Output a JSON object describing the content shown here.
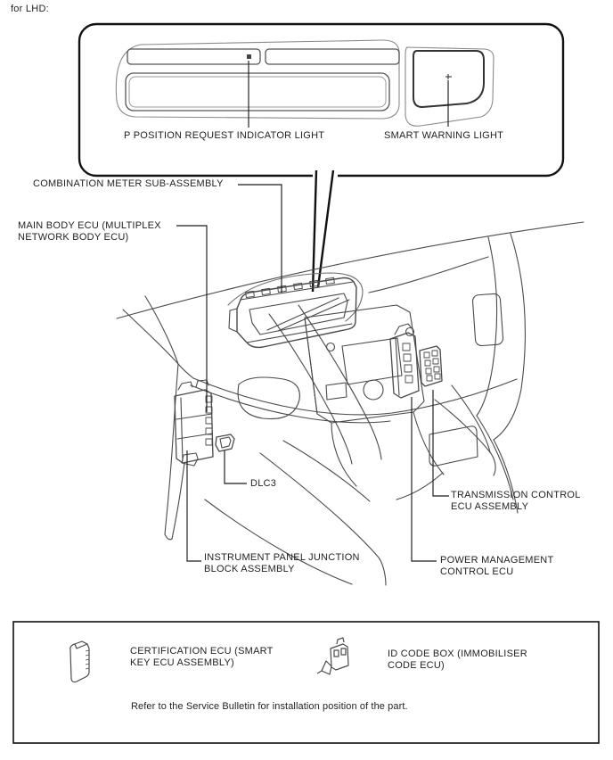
{
  "header": {
    "variant_label": "for LHD:"
  },
  "cluster_inset": {
    "p_position_label": "P POSITION REQUEST INDICATOR LIGHT",
    "smart_warning_label": "SMART WARNING LIGHT"
  },
  "dashboard": {
    "labels": {
      "combination_meter": {
        "line1": "COMBINATION METER SUB-ASSEMBLY"
      },
      "main_body_ecu": {
        "line1": "MAIN BODY ECU (MULTIPLEX",
        "line2": "NETWORK BODY ECU)"
      },
      "dlc3": {
        "line1": "DLC3"
      },
      "junction_block": {
        "line1": "INSTRUMENT PANEL JUNCTION",
        "line2": "BLOCK ASSEMBLY"
      },
      "transmission_ecu": {
        "line1": "TRANSMISSION CONTROL",
        "line2": "ECU ASSEMBLY"
      },
      "power_management_ecu": {
        "line1": "POWER MANAGEMENT",
        "line2": "CONTROL ECU"
      }
    }
  },
  "reference_box": {
    "certification_ecu": {
      "line1": "CERTIFICATION ECU (SMART",
      "line2": "KEY ECU ASSEMBLY)"
    },
    "id_code_box": {
      "line1": "ID CODE BOX (IMMOBILISER",
      "line2": "CODE ECU)"
    },
    "note": "Refer to the Service Bulletin for installation position of the part."
  },
  "colors": {
    "background": "#ffffff",
    "text": "#232323",
    "heavy_line": "#111111",
    "art_line": "#4a4a4a",
    "thin_line": "#8a8a8a"
  }
}
